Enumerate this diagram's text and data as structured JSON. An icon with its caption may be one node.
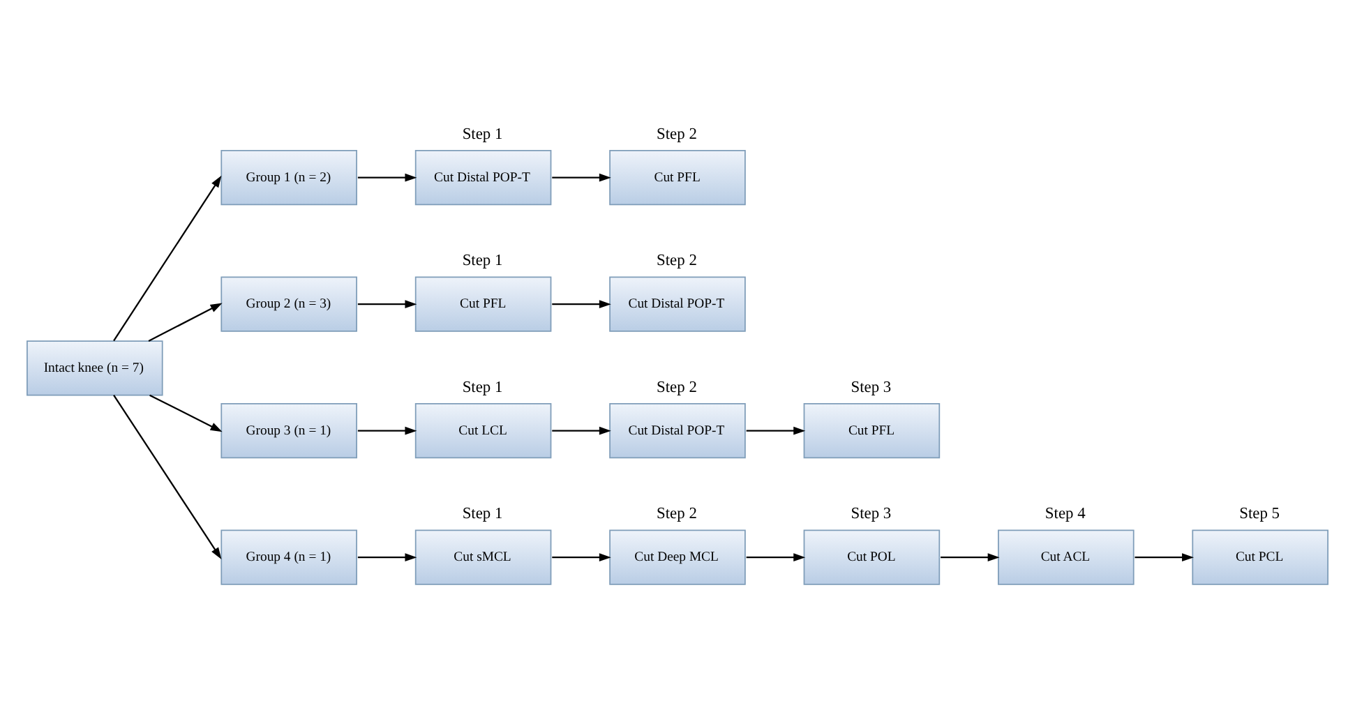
{
  "diagram": {
    "nodes": [
      {
        "text": [
          "Intact knee (n = 7)"
        ]
      },
      {
        "text": [
          "Group 1 (n = 2)"
        ]
      },
      {
        "text": [
          "Cut Distal POP-T"
        ],
        "beside": [
          "Step 1"
        ]
      },
      {
        "text": [
          "Cut PFL"
        ],
        "beside": [
          "Step 2"
        ]
      },
      {
        "text": [
          "Group 2 (n = 3)"
        ]
      },
      {
        "text": [
          "Cut PFL"
        ],
        "beside": [
          "Step 1"
        ]
      },
      {
        "text": [
          "Cut Distal POP-T"
        ],
        "beside": [
          "Step 2"
        ]
      },
      {
        "text": [
          "Group 3 (n = 1)"
        ]
      },
      {
        "text": [
          "Cut LCL"
        ],
        "beside": [
          "Step 1"
        ]
      },
      {
        "text": [
          "Cut Distal POP-T"
        ],
        "beside": [
          "Step 2"
        ]
      },
      {
        "text": [
          "Cut PFL"
        ],
        "beside": [
          "Step 3"
        ]
      },
      {
        "text": [
          "Group 4 (n = 1)"
        ]
      },
      {
        "text": [
          "Cut sMCL"
        ],
        "beside": [
          "Step 1"
        ]
      },
      {
        "text": [
          "Cut Deep MCL"
        ],
        "beside": [
          "Step 2"
        ]
      },
      {
        "text": [
          "Cut POL"
        ],
        "beside": [
          "Step 3"
        ]
      },
      {
        "text": [
          "Cut ACL"
        ],
        "beside": [
          "Step 4"
        ]
      },
      {
        "text": [
          "Cut PCL"
        ],
        "beside": [
          "Step 5"
        ]
      }
    ],
    "edges": [
      {
        "from": 0,
        "to": 1,
        "arrow": "to"
      },
      {
        "from": 0,
        "to": 4,
        "arrow": "to"
      },
      {
        "from": 0,
        "to": 7,
        "arrow": "to"
      },
      {
        "from": 0,
        "to": 11,
        "arrow": "to"
      },
      {
        "from": 1,
        "to": 2,
        "arrow": "to"
      },
      {
        "from": 2,
        "to": 3,
        "arrow": "to"
      },
      {
        "from": 4,
        "to": 5,
        "arrow": "to"
      },
      {
        "from": 5,
        "to": 6,
        "arrow": "to"
      },
      {
        "from": 7,
        "to": 8,
        "arrow": "to"
      },
      {
        "from": 8,
        "to": 9,
        "arrow": "to"
      },
      {
        "from": 9,
        "to": 10,
        "arrow": "to"
      },
      {
        "from": 11,
        "to": 12,
        "arrow": "to"
      },
      {
        "from": 12,
        "to": 13,
        "arrow": "to"
      },
      {
        "from": 13,
        "to": 14,
        "arrow": "to"
      },
      {
        "from": 14,
        "to": 15,
        "arrow": "to"
      },
      {
        "from": 15,
        "to": 16,
        "arrow": "to"
      }
    ]
  }
}
